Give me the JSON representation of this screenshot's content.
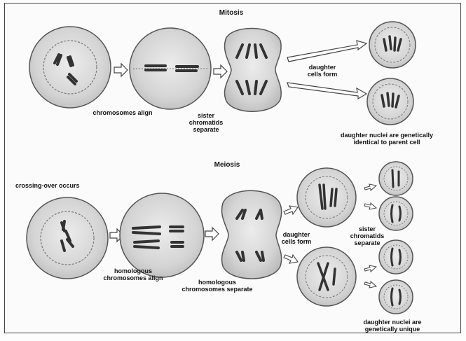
{
  "mitosis": {
    "title": "Mitosis",
    "labels": {
      "chromosomes_align": "chromosomes align",
      "sister_chromatids": "sister\nchromatids\nseparate",
      "daughter_cells_form": "daughter\ncells form",
      "identical": "daughter nuclei are genetically\nidentical to parent cell"
    }
  },
  "meiosis": {
    "title": "Meiosis",
    "labels": {
      "crossing_over": "crossing-over occurs",
      "homologous_align": "homologous\nchromosomes align",
      "homologous_separate": "homologous\nchromosomes separate",
      "daughter_cells_form": "daughter\ncells form",
      "sister_chromatids": "sister\nchromatids\nseparate",
      "unique": "daughter nuclei are\ngenetically unique"
    }
  },
  "colors": {
    "cell_fill": "#d9d9d9",
    "cell_stroke": "#555555",
    "chromosome": "#3a3a3a"
  }
}
